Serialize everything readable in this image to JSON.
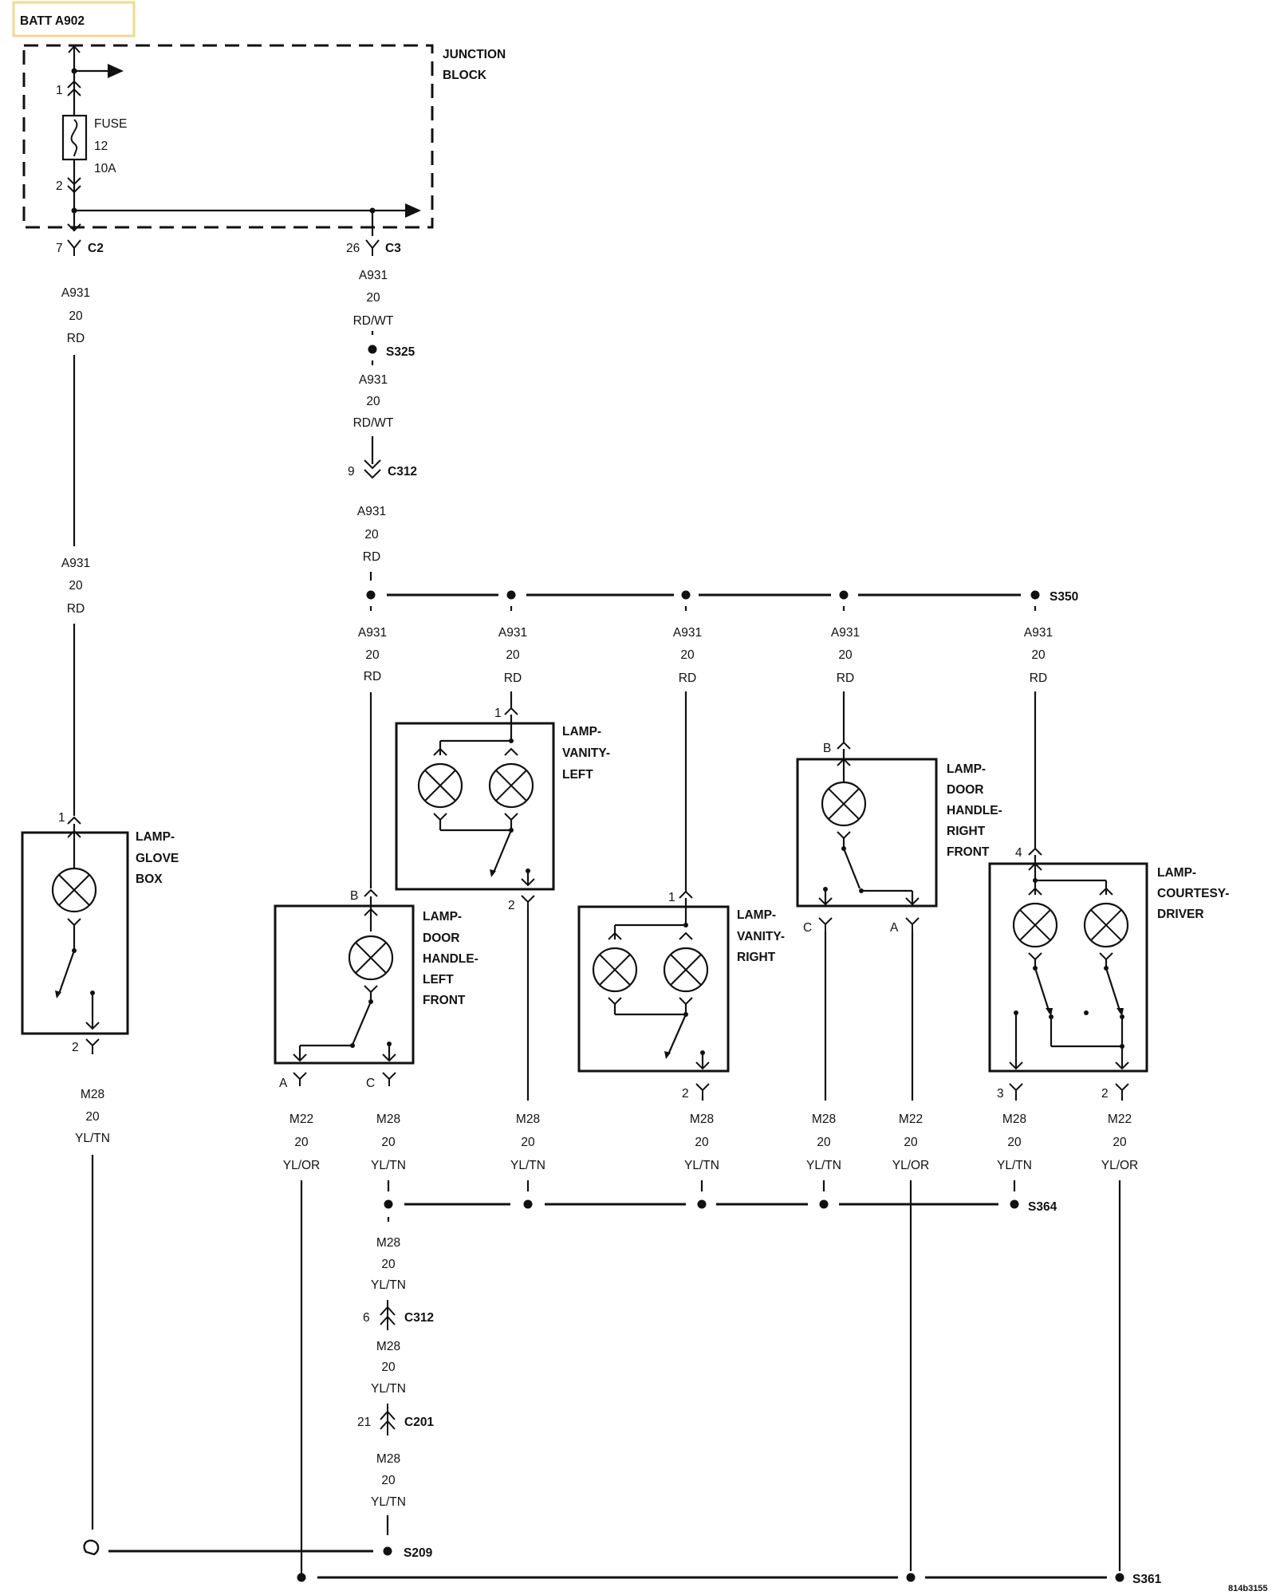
{
  "top_label": "BATT A902",
  "junction_block": {
    "label_line1": "JUNCTION",
    "label_line2": "BLOCK"
  },
  "fuse": {
    "l1": "FUSE",
    "l2": "12",
    "l3": "10A",
    "pin_top": "1",
    "pin_bottom": "2"
  },
  "c2": {
    "pin": "7",
    "name": "C2"
  },
  "c3": {
    "pin": "26",
    "name": "C3"
  },
  "splices": {
    "s325": "S325",
    "s350": "S350",
    "s364": "S364",
    "s209": "S209",
    "s361": "S361"
  },
  "c312_top": {
    "pin": "9",
    "name": "C312"
  },
  "c312_bottom": {
    "pin": "6",
    "name": "C312"
  },
  "c201": {
    "pin": "21",
    "name": "C201"
  },
  "wire_a931": {
    "code": "A931",
    "gauge": "20",
    "color_rd": "RD",
    "color_rdwt": "RD/WT"
  },
  "wire_m28": {
    "code": "M28",
    "gauge": "20",
    "color": "YL/TN"
  },
  "wire_m22": {
    "code": "M22",
    "gauge": "20",
    "color": "YL/OR"
  },
  "lamps": {
    "glove_box": {
      "l1": "LAMP-",
      "l2": "GLOVE",
      "l3": "BOX",
      "pin_in": "1",
      "pin_out": "2"
    },
    "vanity_left": {
      "l1": "LAMP-",
      "l2": "VANITY-",
      "l3": "LEFT",
      "pin_in": "1",
      "pin_out": "2"
    },
    "door_handle_left_front": {
      "l1": "LAMP-",
      "l2": "DOOR",
      "l3": "HANDLE-",
      "l4": "LEFT",
      "l5": "FRONT",
      "pin_in": "B",
      "pin_a": "A",
      "pin_c": "C"
    },
    "vanity_right": {
      "l1": "LAMP-",
      "l2": "VANITY-",
      "l3": "RIGHT",
      "pin_in": "1",
      "pin_out": "2"
    },
    "door_handle_right_front": {
      "l1": "LAMP-",
      "l2": "DOOR",
      "l3": "HANDLE-",
      "l4": "RIGHT",
      "l5": "FRONT",
      "pin_in": "B",
      "pin_c": "C",
      "pin_a": "A"
    },
    "courtesy_driver": {
      "l1": "LAMP-",
      "l2": "COURTESY-",
      "l3": "DRIVER",
      "pin_in": "4",
      "pin_3": "3",
      "pin_2": "2"
    }
  },
  "figure_id": "814b3155",
  "colors": {
    "highlight": "#f2d98c",
    "ink": "#111111"
  }
}
